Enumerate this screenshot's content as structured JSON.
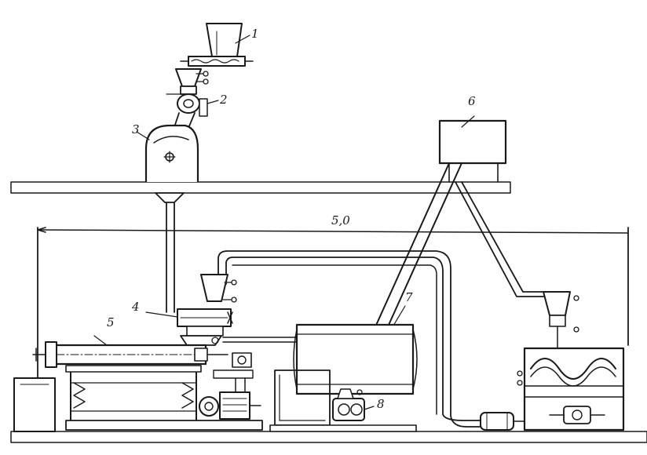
{
  "labels": {
    "l1": "1",
    "l2": "2",
    "l3": "3",
    "l4": "4",
    "l5": "5",
    "l6": "6",
    "l7": "7",
    "l8": "8"
  },
  "dimension": "5,0",
  "colors": {
    "ink": "#1a1a1a",
    "paper": "#ffffff"
  }
}
